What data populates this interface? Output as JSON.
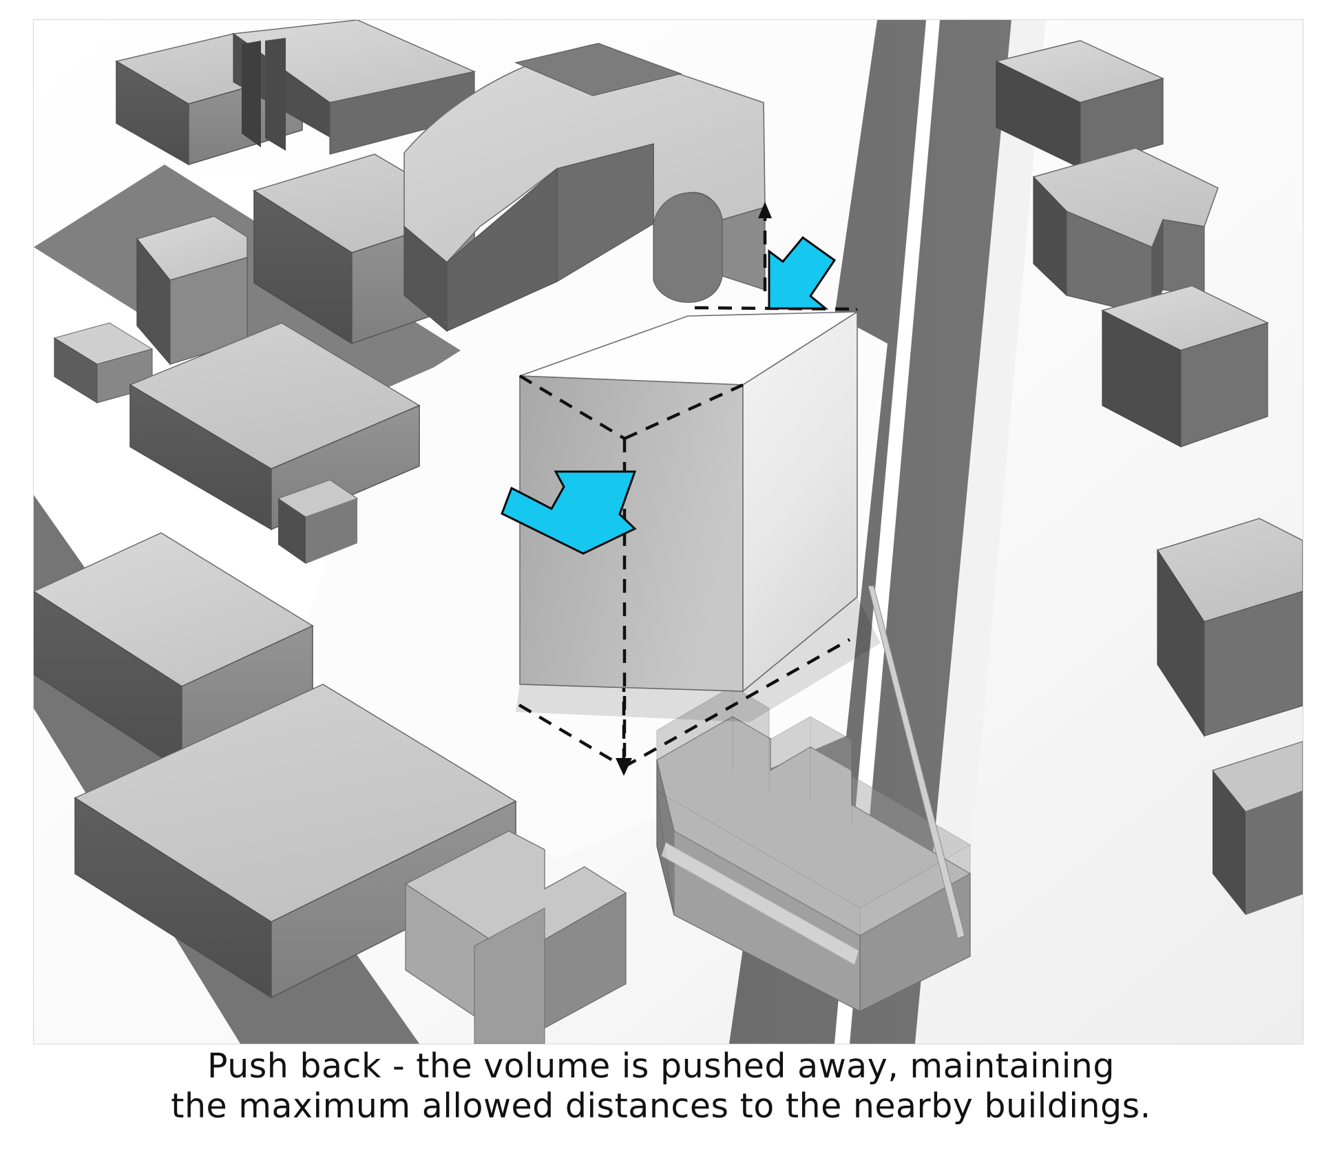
{
  "document": {
    "kind": "architectural-massing-diagram",
    "background_color": "#ffffff",
    "frame_border_color": "#d6d6d6"
  },
  "caption": {
    "line1": "Push back - the volume is pushed away, maintaining",
    "line2": "the maximum allowed distances to the nearby buildings.",
    "text_color": "#111111"
  },
  "palette": {
    "accent_cyan": "#16C7F0",
    "accent_cyan_stroke": "#0b0b0b",
    "roof_light": "#c9c9c9",
    "roof_lighter": "#d4d4d4",
    "wall_mid": "#8e8e8e",
    "wall_dark": "#5e5e5e",
    "wall_darkest": "#4a4a4a",
    "road_gray": "#6e6e6e",
    "ground_white": "#fbfbfb",
    "volume_top": "#ffffff",
    "volume_left": "#b4b4b4",
    "volume_right": "#efefef",
    "dashed_line": "#111111",
    "edge_line": "#5a5a5a",
    "ghost_fill": "#b9b9b9"
  },
  "scene": {
    "title_semantics": "Aerial axonometric of an urban block with proposed building volume pushed back from neighbours",
    "elements": {
      "proposed_volume_label": "proposed building volume",
      "ghost_outline_label": "previous volume position (dashed)",
      "arrow_top_label": "push direction arrow (down-left)",
      "arrow_center_label": "push direction arrow (up-right)",
      "road_label": "main road with centre line",
      "transparent_building_label": "semi-transparent neighbouring volume"
    },
    "arrows": [
      {
        "id": "arrow-upper-right",
        "direction": "down-left",
        "color": "#16C7F0"
      },
      {
        "id": "arrow-on-volume",
        "direction": "up-right",
        "color": "#16C7F0"
      }
    ]
  }
}
